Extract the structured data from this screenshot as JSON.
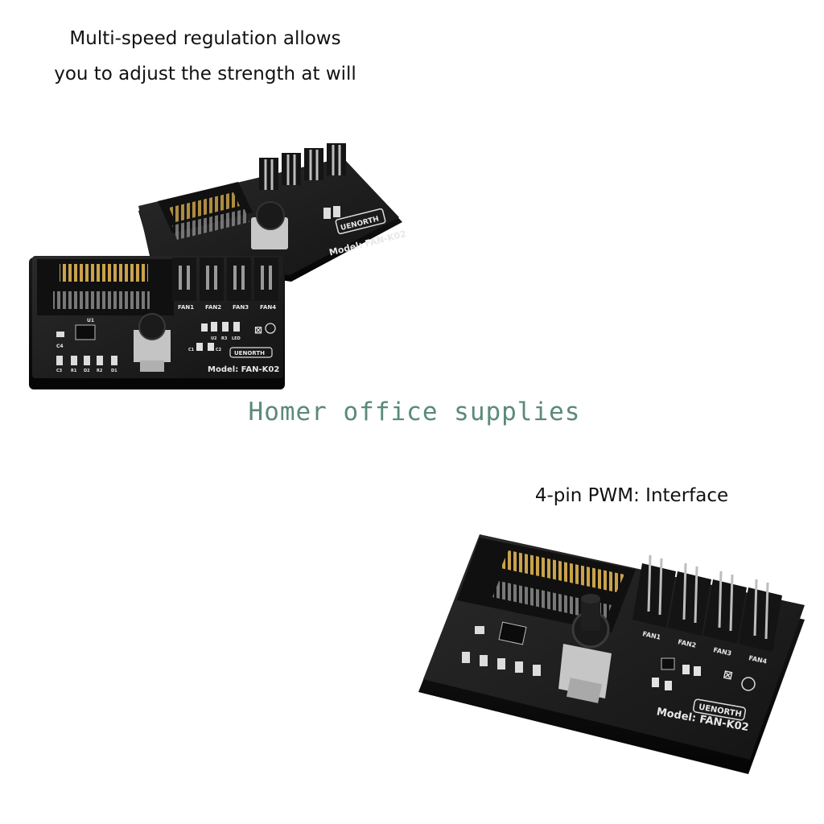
{
  "captions": {
    "top_line1": "Multi-speed regulation allows",
    "top_line2": "you to adjust the strength at will",
    "bottom": "4-pin PWM: Interface"
  },
  "watermark": "Homer office supplies",
  "board": {
    "brand": "UENORTH",
    "model": "Model: FAN-K02",
    "fan_labels": [
      "FAN1",
      "FAN2",
      "FAN3",
      "FAN4"
    ],
    "component_labels": [
      "C4",
      "U1",
      "C3",
      "R1",
      "D2",
      "R2",
      "D1",
      "U2",
      "R3",
      "LED",
      "C1",
      "C2"
    ]
  },
  "colors": {
    "board": "#1c1c1c",
    "board_edge": "#0b0b0b",
    "gold_pins": "#c9a24a",
    "silkscreen": "#e8e8e8",
    "watermark": "#5a8a7a"
  }
}
